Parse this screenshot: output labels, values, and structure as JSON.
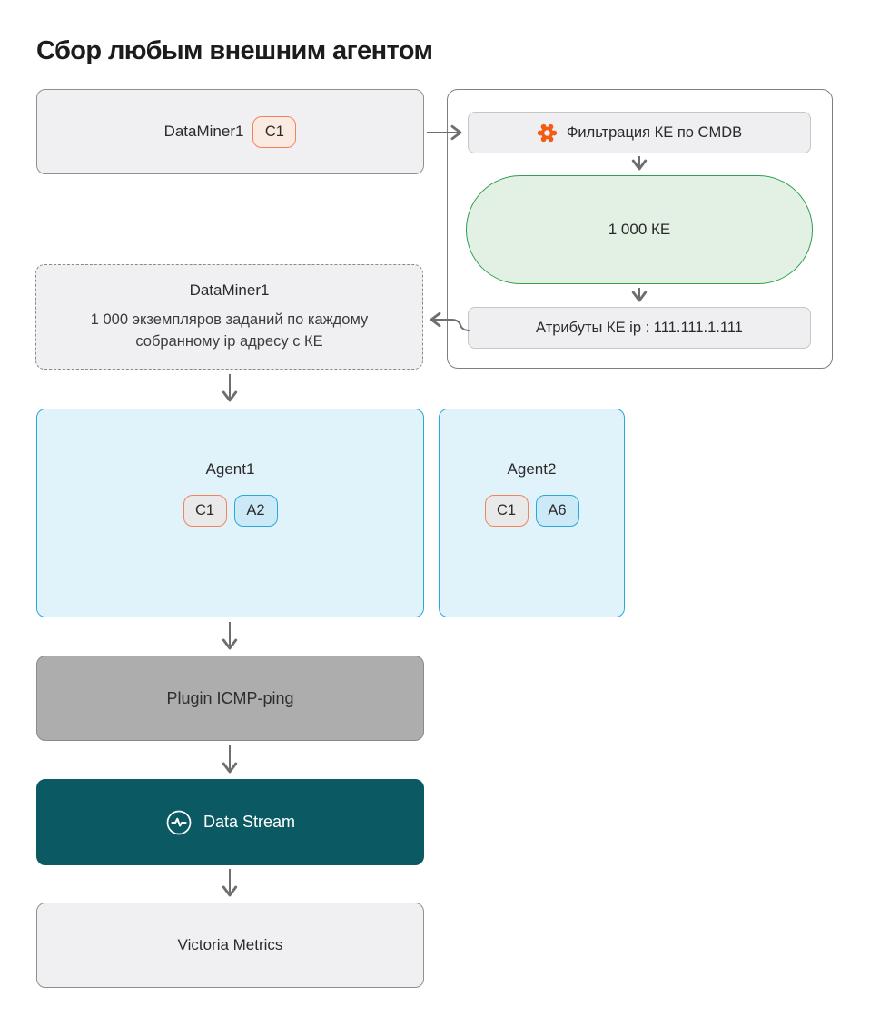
{
  "title": "Сбор любым внешним агентом",
  "colors": {
    "accent_orange": "#F25B13",
    "badge_orange_border": "#F0855C",
    "badge_peach_bg": "#FAEAE2",
    "badge_gray_bg": "#E9E9E9",
    "badge_blue_bg": "#CBE9F7",
    "blue_border": "#2AA7DC",
    "agent_bg": "#E1F3FA",
    "green_border": "#2F9E50",
    "green_bg": "#E3F1E5",
    "plugin_bg": "#ADADAD",
    "teal_bg": "#0A5963",
    "arrow_gray": "#6E6E6E"
  },
  "nodes": {
    "dataminer_top": {
      "label": "DataMiner1",
      "badge": {
        "label": "C1"
      }
    },
    "filter": {
      "label": "Фильтрация КЕ по CMDB",
      "icon": "gear-icon"
    },
    "ke_pill": {
      "label": "1 000 КЕ"
    },
    "attributes": {
      "label": "Атрибуты КЕ ip : 111.111.1.111"
    },
    "dataminer_tasks": {
      "label": "DataMiner1",
      "description": "1 000 экземпляров заданий по каждому\nсобранному ip адресу с КЕ"
    },
    "agent1": {
      "label": "Agent1",
      "badges": [
        {
          "label": "C1"
        },
        {
          "label": "A2"
        }
      ]
    },
    "agent2": {
      "label": "Agent2",
      "badges": [
        {
          "label": "C1"
        },
        {
          "label": "A6"
        }
      ]
    },
    "plugin": {
      "label": "Plugin ICMP-ping"
    },
    "data_stream": {
      "label": "Data Stream",
      "icon": "pulse-icon"
    },
    "victoria": {
      "label": "Victoria Metrics"
    }
  }
}
